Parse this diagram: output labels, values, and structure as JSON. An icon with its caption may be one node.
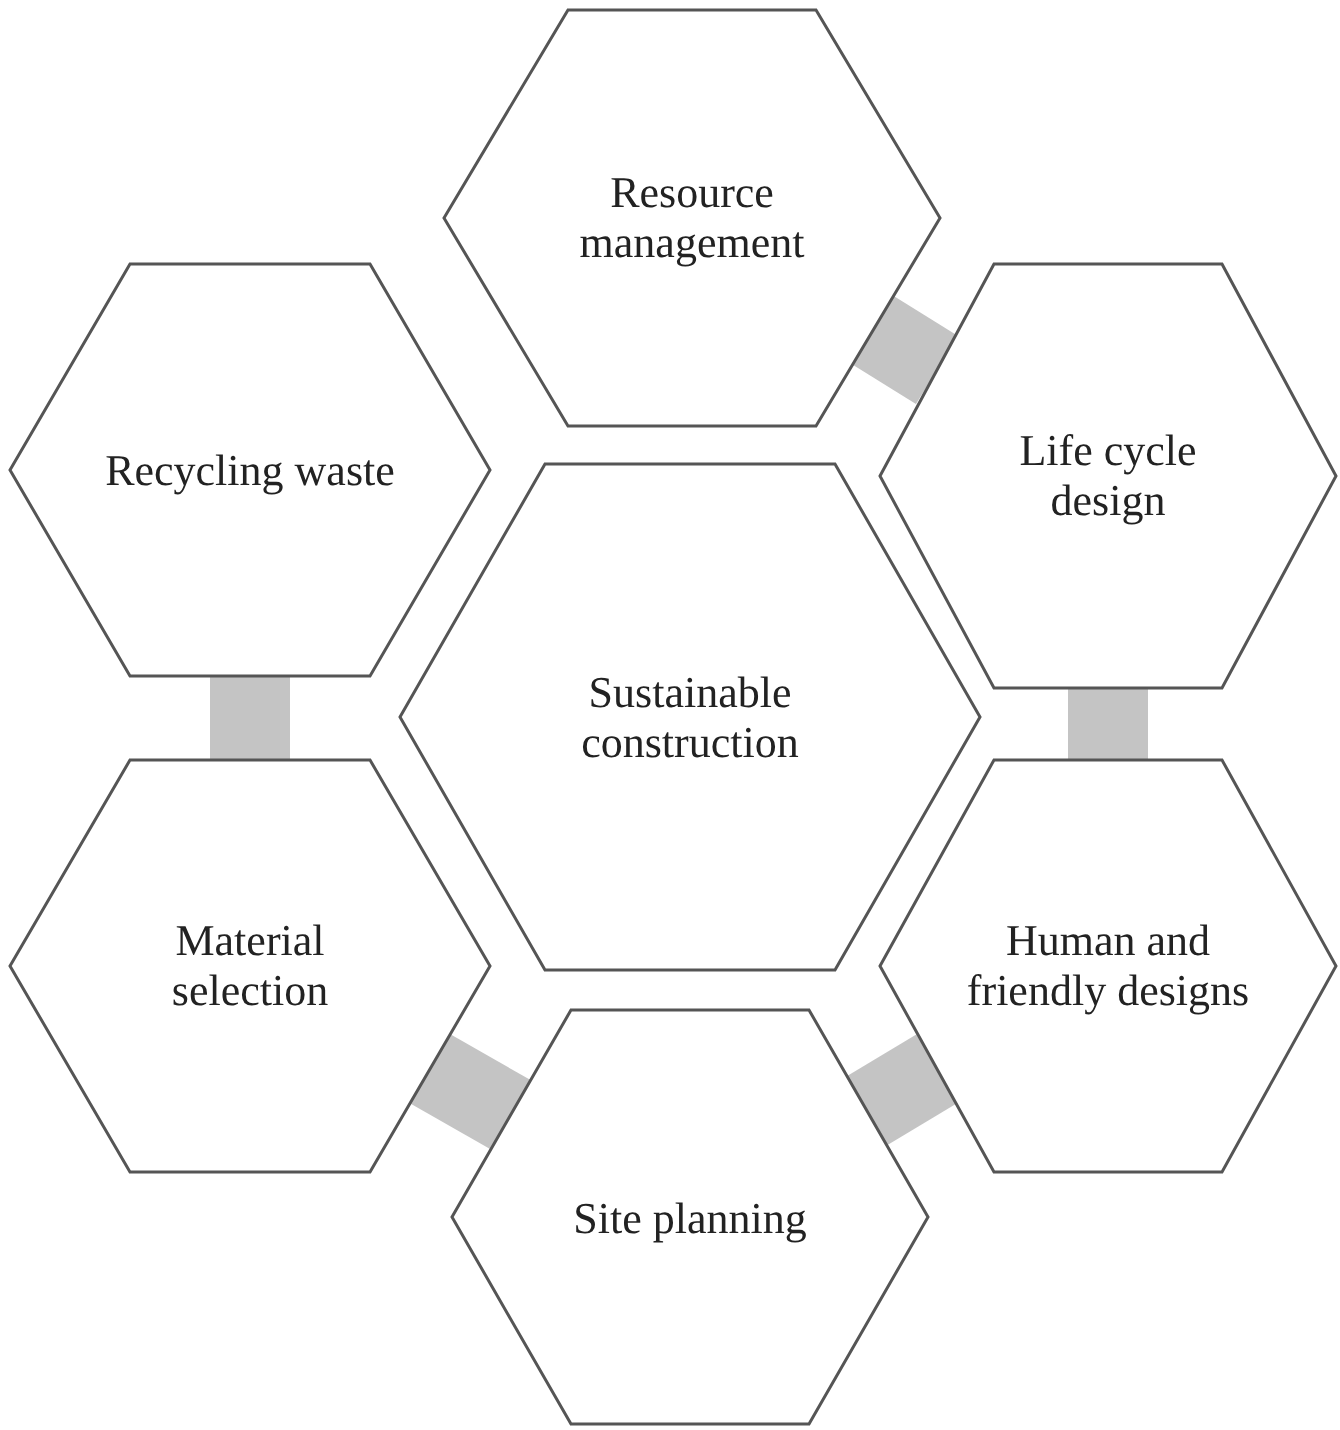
{
  "diagram": {
    "nodes": [
      {
        "text": [
          "Resource management"
        ]
      },
      {
        "text": [
          "Recycling waste"
        ]
      },
      {
        "text": [
          "Life cycle design"
        ]
      },
      {
        "text": [
          "Sustainable construction"
        ]
      },
      {
        "text": [
          "Material selection"
        ]
      },
      {
        "text": [
          "Human and friendly designs"
        ]
      },
      {
        "text": [
          "Site planning"
        ]
      }
    ],
    "edges": [
      {
        "from": 0,
        "to": 2,
        "arrow": "none"
      },
      {
        "from": 2,
        "to": 5,
        "arrow": "none"
      },
      {
        "from": 5,
        "to": 6,
        "arrow": "none"
      },
      {
        "from": 6,
        "to": 4,
        "arrow": "none"
      },
      {
        "from": 4,
        "to": 1,
        "arrow": "none"
      }
    ]
  }
}
